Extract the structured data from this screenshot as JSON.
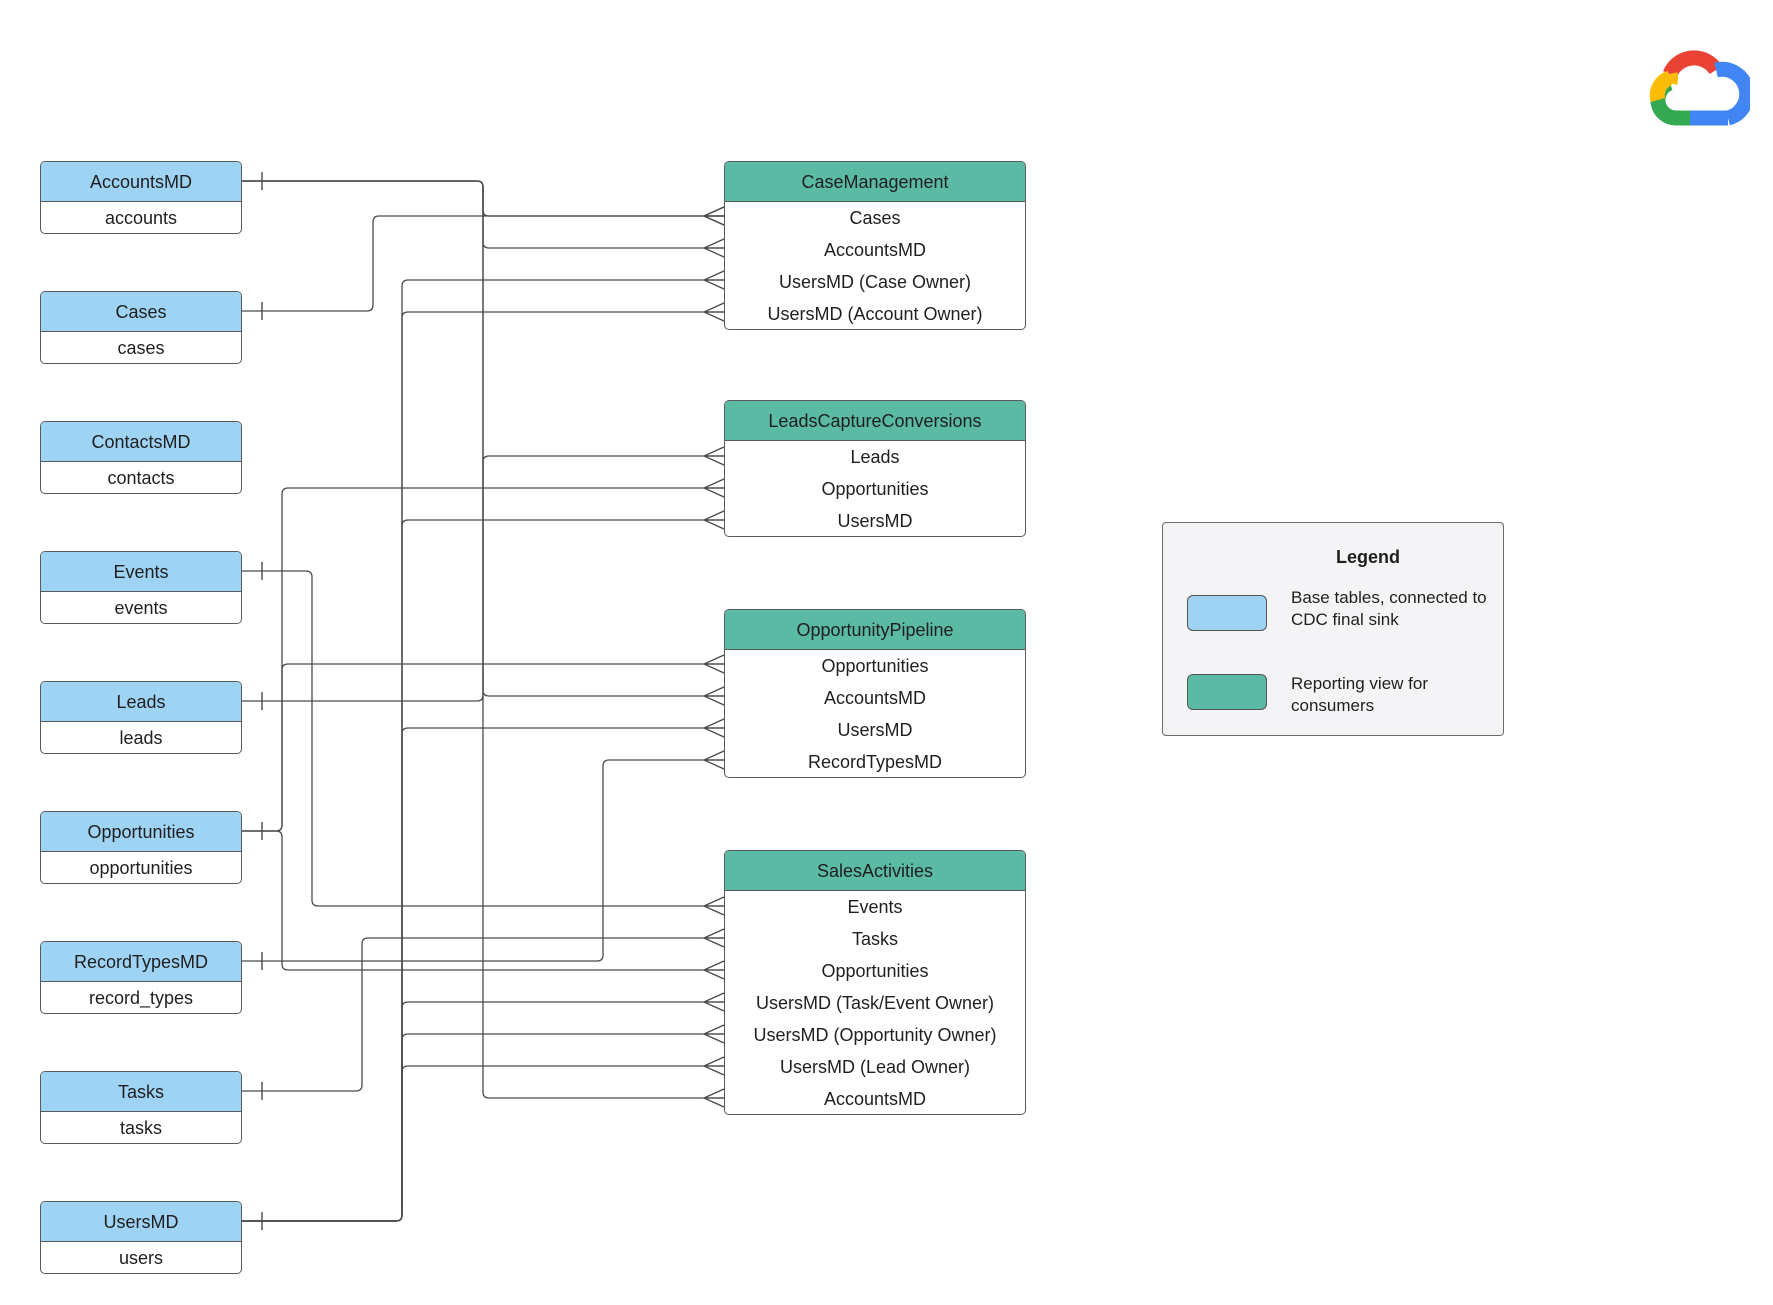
{
  "colors": {
    "base": "#9fd3f4",
    "view": "#5bbaa3",
    "line": "#4a4a4a"
  },
  "base_tables": [
    {
      "title": "AccountsMD",
      "field": "accounts"
    },
    {
      "title": "Cases",
      "field": "cases"
    },
    {
      "title": "ContactsMD",
      "field": "contacts"
    },
    {
      "title": "Events",
      "field": "events"
    },
    {
      "title": "Leads",
      "field": "leads"
    },
    {
      "title": "Opportunities",
      "field": "opportunities"
    },
    {
      "title": "RecordTypesMD",
      "field": "record_types"
    },
    {
      "title": "Tasks",
      "field": "tasks"
    },
    {
      "title": "UsersMD",
      "field": "users"
    }
  ],
  "views": [
    {
      "title": "CaseManagement",
      "rows": [
        "Cases",
        "AccountsMD",
        "UsersMD (Case Owner)",
        "UsersMD (Account Owner)"
      ]
    },
    {
      "title": "LeadsCaptureConversions",
      "rows": [
        "Leads",
        "Opportunities",
        "UsersMD"
      ]
    },
    {
      "title": "OpportunityPipeline",
      "rows": [
        "Opportunities",
        "AccountsMD",
        "UsersMD",
        "RecordTypesMD"
      ]
    },
    {
      "title": "SalesActivities",
      "rows": [
        "Events",
        "Tasks",
        "Opportunities",
        "UsersMD (Task/Event Owner)",
        "UsersMD (Opportunity Owner)",
        "UsersMD (Lead Owner)",
        "AccountsMD"
      ]
    }
  ],
  "legend": {
    "title": "Legend",
    "items": [
      {
        "swatch": "base",
        "label": "Base tables, connected to CDC final sink"
      },
      {
        "swatch": "view",
        "label": "Reporting view for consumers"
      }
    ]
  },
  "logo_icon": "google-cloud-logo-icon"
}
